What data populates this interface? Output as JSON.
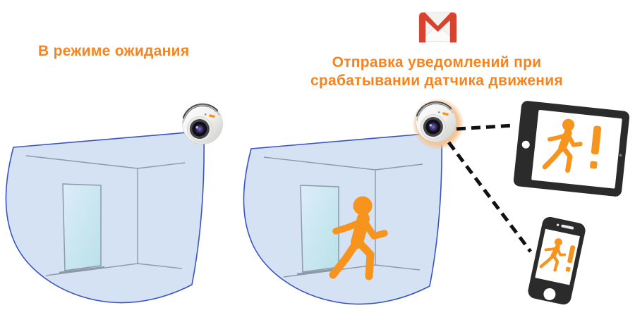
{
  "captions": {
    "standby": "В режиме ожидания",
    "alert_line1": "Отправка уведомлений при",
    "alert_line2": "срабатывании датчика движения"
  },
  "icons": {
    "gmail": "gmail-envelope-icon",
    "camera": "dome-camera-icon",
    "person": "walking-person-icon",
    "alert": "exclamation-mark-icon",
    "tablet": "tablet-device",
    "phone": "smartphone-device",
    "connector": "dashed-connector-line",
    "coverage": "camera-coverage-area"
  },
  "colors": {
    "accent": "#F58420",
    "orange": "#F7941E",
    "red": "#D8432F",
    "covFill": "#D4E2F4",
    "covStroke": "#3A53C4",
    "roomLine": "#8D99A7",
    "device": "#2B2B2B",
    "glow": "#F5C596",
    "connector": "#111111"
  }
}
